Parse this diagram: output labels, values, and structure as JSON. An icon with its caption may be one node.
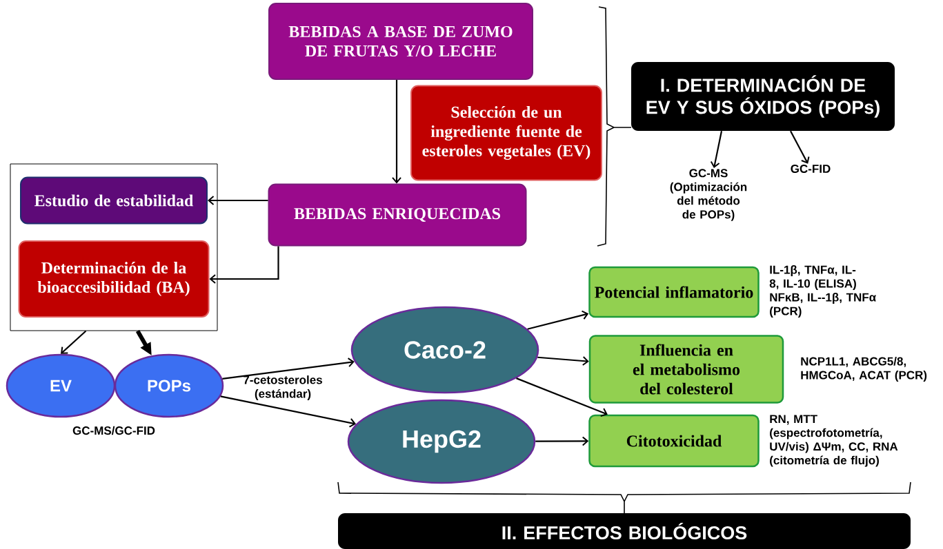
{
  "diagram": {
    "nodes": [
      {
        "text": [
          "BEBIDAS A BASE DE ZUMO DE FRUTAS Y/O LECHE"
        ]
      },
      {
        "text": [
          "Selección de un ingrediente fuente de esteroles vegetales (EV)"
        ]
      },
      {
        "text": [
          "I. DETERMINACIÓN DE EV Y SUS ÓXIDOS (POPs)"
        ]
      },
      {
        "text": [
          "GC-MS (Optimización del método de POPs)"
        ]
      },
      {
        "text": [
          "GC-FID"
        ]
      },
      {
        "text": [],
        "shape": "box"
      },
      {
        "text": [
          "Estudio de estabilidad"
        ],
        "in": 5
      },
      {
        "text": [
          "Determinación de la bioaccesibilidad (BA)"
        ],
        "in": 5
      },
      {
        "text": [
          "BEBIDAS ENRIQUECIDAS"
        ]
      },
      {
        "text": [
          "EV"
        ]
      },
      {
        "text": [
          "POPs"
        ]
      },
      {
        "text": [
          "Caco-2"
        ]
      },
      {
        "text": [
          "HepG2"
        ]
      },
      {
        "text": [
          "Potencial inflamatorio"
        ],
        "beside": [
          "IL-1β, TNFα, IL-8, IL-10 (ELISA) NFκB, IL--1β, TNFα (PCR)"
        ]
      },
      {
        "text": [
          "Influencia en el metabolismo del colesterol"
        ],
        "beside": [
          "NCP1L1, ABCG5/8, HMGCoA, ACAT (PCR)"
        ]
      },
      {
        "text": [
          "Citotoxicidad"
        ],
        "beside": [
          "RN, MTT (espectrofotometría, UV/vis) ΔΨm, CC, RNA (citometría de flujo)"
        ]
      },
      {
        "text": [
          "II. EFFECTOS BIOLÓGICOS"
        ]
      }
    ],
    "edges": [
      {
        "from": 0,
        "to": 8,
        "arrow": "to"
      },
      {
        "from": 8,
        "to": 6,
        "arrow": "to"
      },
      {
        "from": 8,
        "to": 7,
        "arrow": "to"
      },
      {
        "from": 5,
        "to": 9,
        "arrow": "to"
      },
      {
        "from": 5,
        "to": 10,
        "arrow": "to",
        "style": "thick"
      },
      {
        "from": 2,
        "to": 3,
        "arrow": "to"
      },
      {
        "from": 2,
        "to": 4,
        "arrow": "to"
      },
      {
        "from": 10,
        "to": 11,
        "arrow": "to"
      },
      {
        "from": 10,
        "to": 12,
        "arrow": "to"
      },
      {
        "from": 11,
        "to": 13,
        "arrow": "to"
      },
      {
        "from": 11,
        "to": 14,
        "arrow": "to"
      },
      {
        "from": 11,
        "to": 15,
        "arrow": "to"
      },
      {
        "from": 12,
        "to": 15,
        "arrow": "to"
      }
    ],
    "labels": [
      "7-cetosteroles (estándar)",
      "GC-MS/GC-FID"
    ]
  }
}
